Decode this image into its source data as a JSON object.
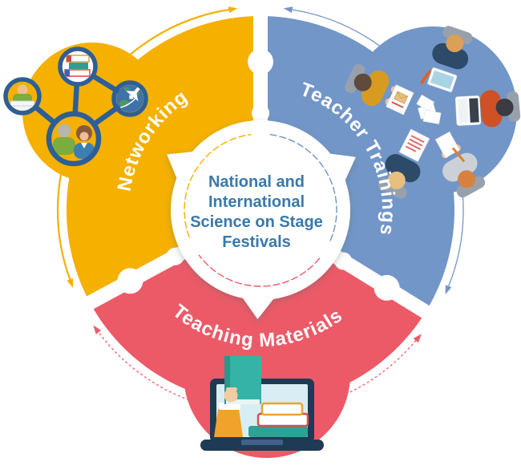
{
  "center": {
    "lines": [
      "National and",
      "International",
      "Science on Stage",
      "Festivals"
    ]
  },
  "segments": [
    {
      "id": "networking",
      "label": "Networking",
      "color": "#f5b000"
    },
    {
      "id": "teacher-trainings",
      "label": "Teacher Trainings",
      "color": "#7296c7"
    },
    {
      "id": "teaching-materials",
      "label": "Teaching Materials",
      "color": "#ec5a67"
    }
  ],
  "illustrations": {
    "networking": "network-graph-icon",
    "teacher_trainings": "teachers-round-table-icon",
    "teaching_materials": "laptop-with-books-icon"
  },
  "colors": {
    "yellow": "#f5b000",
    "blue": "#7296c7",
    "red": "#ec5a67",
    "navy": "#2d5f97",
    "center_text": "#3879ab",
    "white": "#ffffff",
    "dark_laptop": "#1e3a55",
    "teal": "#35b3a7"
  }
}
